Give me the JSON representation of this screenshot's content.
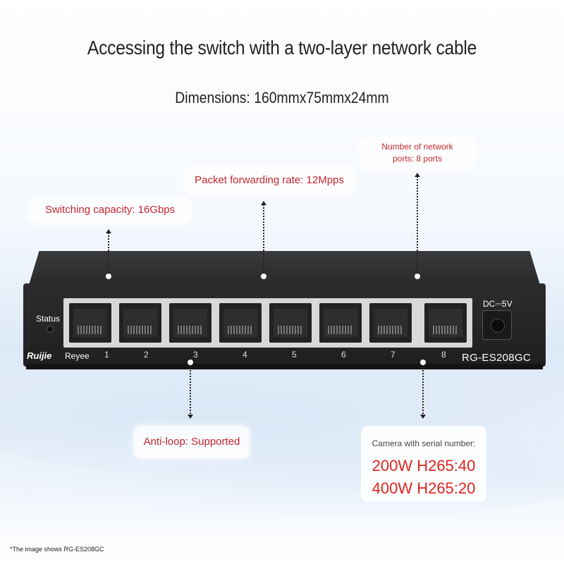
{
  "title": "Accessing the switch with a two-layer network cable",
  "dimensions": "Dimensions: 160mmx75mmx24mm",
  "callouts": {
    "switching_capacity": "Switching capacity: 16Gbps",
    "packet_forwarding": "Packet forwarding rate: 12Mpps",
    "ports_line1": "Number of network",
    "ports_line2": "ports: 8 ports",
    "anti_loop": "Anti-loop: Supported"
  },
  "camera": {
    "heading": "Camera with serial number:",
    "line1": "200W H265:40",
    "line2": "400W H265:20"
  },
  "device": {
    "status_label": "Status",
    "brand": "Ruijie",
    "sub_brand": "Reyee",
    "port_numbers": [
      "1",
      "2",
      "3",
      "4",
      "5",
      "6",
      "7",
      "8"
    ],
    "dc_label": "DC⎓5V",
    "model": "RG-ES208GC"
  },
  "footnote": "*The image shows RG-ES208GC",
  "colors": {
    "accent_red": "#c0262d",
    "camera_red": "#e0241f",
    "device_body": "#2a2a2c"
  }
}
